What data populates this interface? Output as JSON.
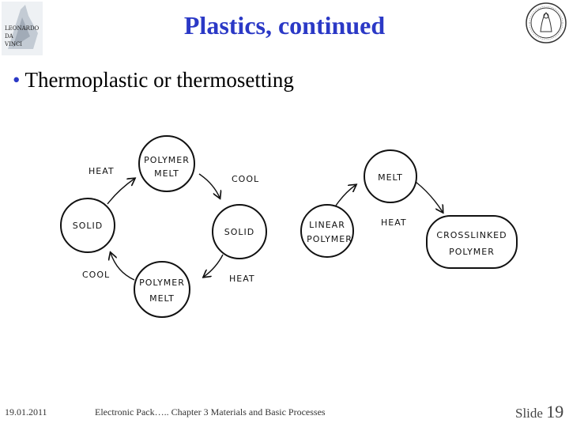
{
  "slide": {
    "title": "Plastics, continued",
    "bullet": "Thermoplastic or thermosetting",
    "logo_left_text": [
      "LEONARDO",
      "DA",
      "VINCI"
    ]
  },
  "diagram_left": {
    "top": [
      "POLYMER",
      "MELT"
    ],
    "left": "SOLID",
    "right": "SOLID",
    "bottom": [
      "POLYMER",
      "MELT"
    ],
    "label_heat_top": "HEAT",
    "label_cool_top": "COOL",
    "label_cool_bottom": "COOL",
    "label_heat_bottom": "HEAT"
  },
  "diagram_right": {
    "top": "MELT",
    "left": [
      "LINEAR",
      "POLYMER"
    ],
    "right": [
      "CROSSLINKED",
      "POLYMER"
    ],
    "label_heat": "HEAT"
  },
  "footer": {
    "date": "19.01.2011",
    "center": "Electronic Pack….. Chapter 3 Materials and Basic Processes",
    "slide_label": "Slide",
    "slide_number": "19"
  }
}
